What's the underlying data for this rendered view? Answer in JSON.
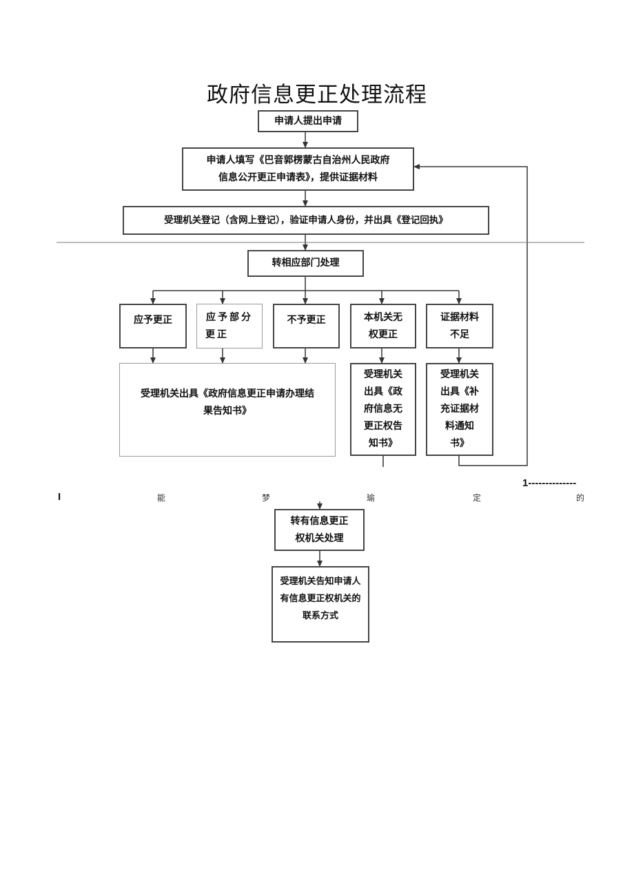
{
  "title": "政府信息更正处理流程",
  "nodes": {
    "apply": "申请人提出申请",
    "fill_form_1": "申请人填写《巴音郭楞蒙古自治州人民政府",
    "fill_form_2": "信息公开更正申请表》，提供证据材料",
    "register": "受理机关登记（含网上登记），验证申请人身份，并出具《登记回执》",
    "transfer": "转相应部门处理",
    "correct": "应予更正",
    "partial_1": "应予部分",
    "partial_2": "更正",
    "no_correct": "不予更正",
    "no_authority_1": "本机关无",
    "no_authority_2": "权更正",
    "insufficient_1": "证据材料",
    "insufficient_2": "不足",
    "result_notice_1": "受理机关出具《政府信息更正申请办理结",
    "result_notice_2": "果告知书》",
    "no_auth_notice_1": "受理机关",
    "no_auth_notice_2": "出具《政",
    "no_auth_notice_3": "府信息无",
    "no_auth_notice_4": "更正权告",
    "no_auth_notice_5": "知书》",
    "supplement_notice_1": "受理机关",
    "supplement_notice_2": "出具《补",
    "supplement_notice_3": "充证据材",
    "supplement_notice_4": "料通知",
    "supplement_notice_5": "书》",
    "transfer_authorized_1": "转有信息更正",
    "transfer_authorized_2": "权机关处理",
    "inform_contact_1": "受理机关告知申请人",
    "inform_contact_2": "有信息更正权机关的",
    "inform_contact_3": "联系方式"
  },
  "garbled_row": {
    "left_mark": "I",
    "c1": "能",
    "c2": "梦",
    "c3": "瑜",
    "c4": "定",
    "c5": "的",
    "right_mark": "1--------------"
  }
}
